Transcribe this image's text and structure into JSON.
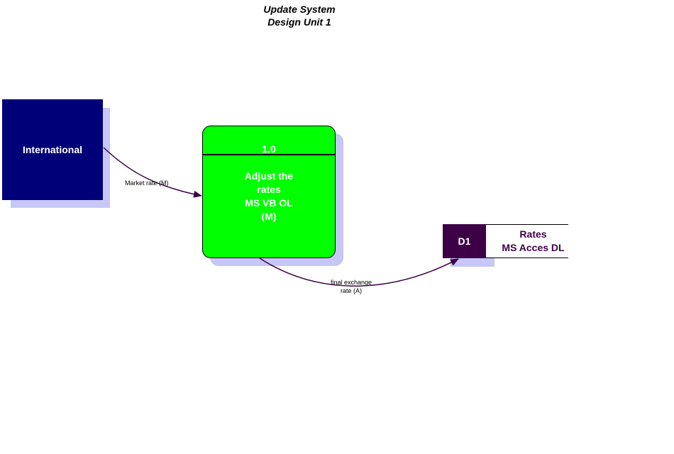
{
  "title": {
    "line1": "Update System",
    "line2": "Design Unit 1"
  },
  "entity": {
    "label": "International"
  },
  "process": {
    "id": "1.0",
    "lines": [
      "Adjust the",
      "rates",
      "MS VB OL",
      "(M)"
    ]
  },
  "datastore": {
    "id": "D1",
    "lines": [
      "Rates",
      "MS Acces DL"
    ]
  },
  "flows": [
    {
      "label_lines": [
        "Market rate (M)"
      ]
    },
    {
      "label_lines": [
        "final exchange",
        "rate (A)"
      ]
    }
  ],
  "colors": {
    "entity_fill": "#000078",
    "process_fill": "#00ff00",
    "store_fill": "#3d0047",
    "shadow": "#c6c6f7",
    "flow_line": "#3d0047"
  }
}
